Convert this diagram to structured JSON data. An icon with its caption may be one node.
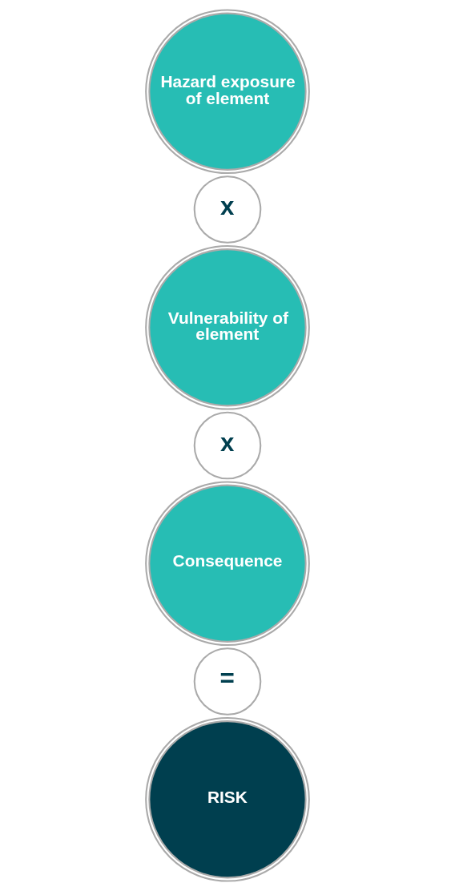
{
  "diagram": {
    "nodes": [
      {
        "text": [
          "Hazard exposure of element"
        ]
      },
      {
        "text": [
          "x"
        ]
      },
      {
        "text": [
          "Vulnerability of element"
        ]
      },
      {
        "text": [
          "x"
        ]
      },
      {
        "text": [
          "Consequence"
        ]
      },
      {
        "text": [
          "="
        ]
      },
      {
        "text": [
          "RISK"
        ]
      }
    ]
  }
}
